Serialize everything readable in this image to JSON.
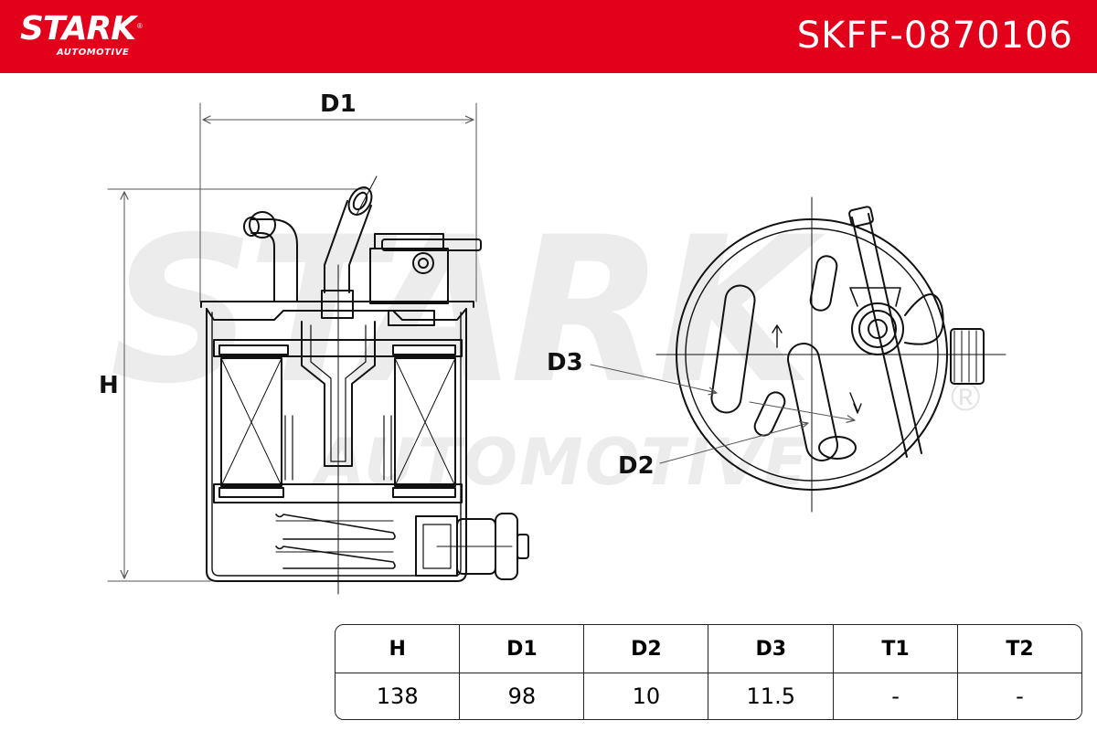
{
  "header": {
    "brand": "STARK",
    "brand_sub": "AUTOMOTIVE",
    "registered_mark": "®",
    "part_number": "SKFF-0870106",
    "background_color": "#e2001a"
  },
  "watermark": {
    "text": "STARK",
    "sub_text": "AUTOMOTIVE",
    "registered_mark": "®"
  },
  "dimension_labels": {
    "d1": "D1",
    "h": "H",
    "d2": "D2",
    "d3": "D3"
  },
  "spec_table": {
    "headers": [
      "H",
      "D1",
      "D2",
      "D3",
      "T1",
      "T2"
    ],
    "values": [
      "138",
      "98",
      "10",
      "11.5",
      "-",
      "-"
    ]
  }
}
